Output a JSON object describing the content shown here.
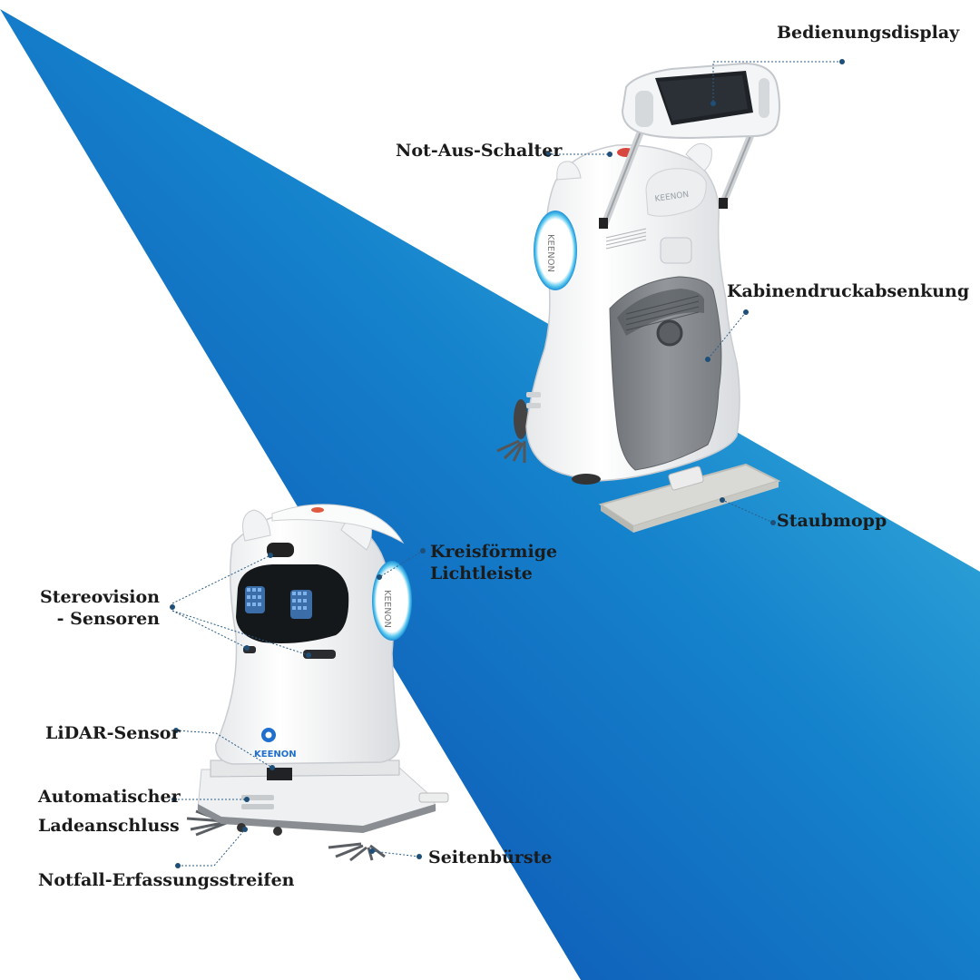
{
  "brand": {
    "wordmark": "KEENON",
    "accent": "#1da7d8",
    "background_gradient": [
      "#0a4fb0",
      "#1a8fd0",
      "#5fd8e6"
    ]
  },
  "labels": {
    "display": "Bedienungsdisplay",
    "emergency_stop": "Not-Aus-Schalter",
    "cabin_pressure": "Kabinendruckabsenkung",
    "dust_mop": "Staubmopp",
    "light_bar_line1": "Kreisförmige",
    "light_bar_line2": "Lichtleiste",
    "stereo_line1": "Stereovision",
    "stereo_line2": "- Sensoren",
    "lidar": "LiDAR-Sensor",
    "charging_line1": "Automatischer",
    "charging_line2": "Ladeanschluss",
    "side_brush": "Seitenbürste",
    "emergency_strip": "Notfall-Erfassungsstreifen"
  }
}
